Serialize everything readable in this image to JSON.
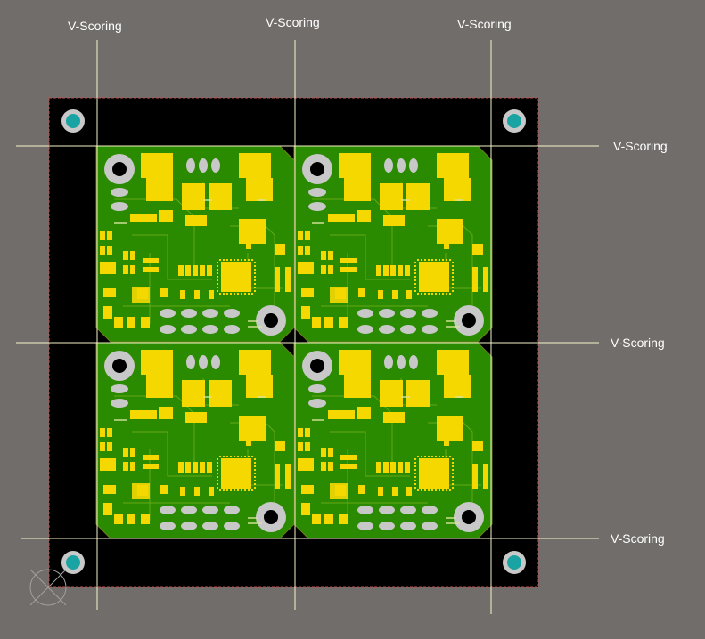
{
  "labels": {
    "top_left": "V-Scoring",
    "top_center": "V-Scoring",
    "top_right": "V-Scoring",
    "right_top": "V-Scoring",
    "right_middle": "V-Scoring",
    "right_bottom": "V-Scoring"
  },
  "colors": {
    "background": "#716d6a",
    "rail": "#000000",
    "board_green": "#2a8a00",
    "pad_yellow": "#f5d800",
    "hole_gray": "#c8c8c8",
    "fiducial_cyan": "#1aa3a3",
    "scoring_line": "#f5f5c8",
    "outline_red": "#c0504d"
  },
  "panel": {
    "rows": 2,
    "columns": 2,
    "board_count": 4
  }
}
